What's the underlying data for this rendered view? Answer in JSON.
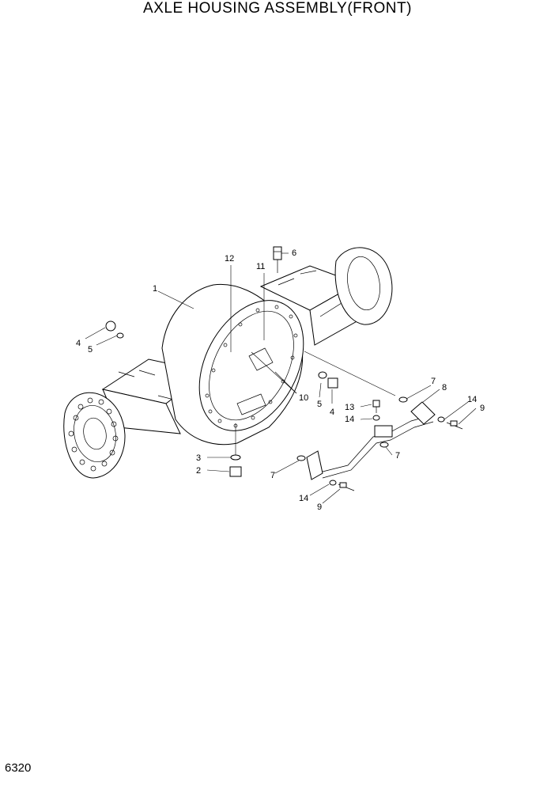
{
  "title": "AXLE HOUSING ASSEMBLY(FRONT)",
  "page_number": "6320",
  "callouts": {
    "c12": "12",
    "c11": "11",
    "c6": "6",
    "c1": "1",
    "c4a": "4",
    "c5a": "5",
    "c10": "10",
    "c5b": "5",
    "c4b": "4",
    "c7a": "7",
    "c8": "8",
    "c13": "13",
    "c14a": "14",
    "c14b": "14",
    "c9a": "9",
    "c7b": "7",
    "c3": "3",
    "c2": "2",
    "c7c": "7",
    "c14c": "14",
    "c9b": "9"
  }
}
